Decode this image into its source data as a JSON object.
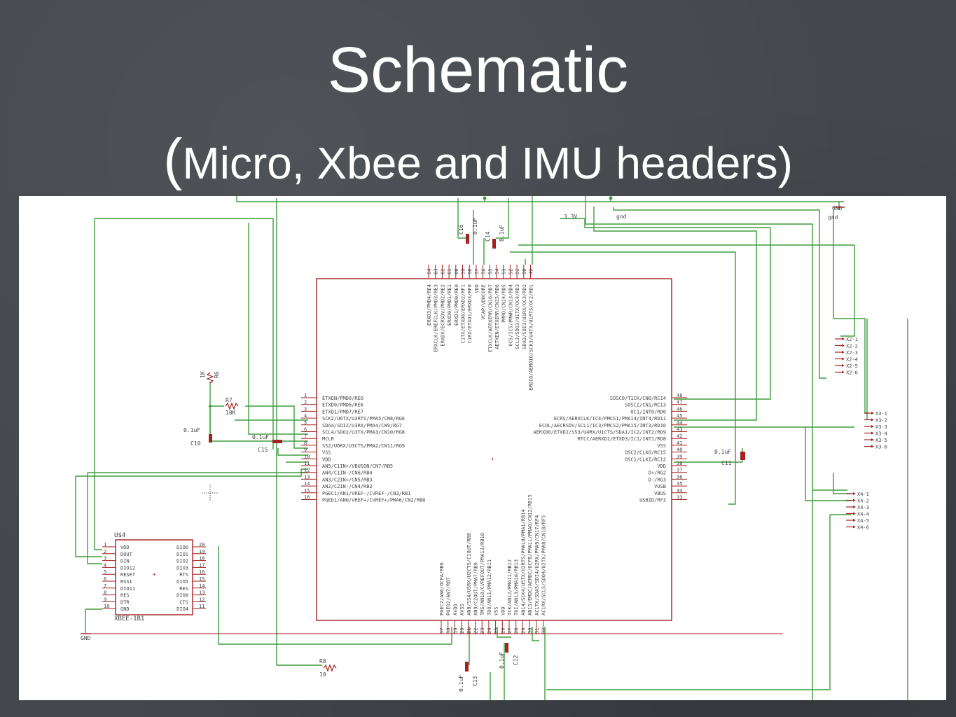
{
  "slide": {
    "title_line1": "Schematic",
    "title_open": "(",
    "title_line2": "Micro, Xbee and IMU headers)"
  },
  "colors": {
    "wire": "#3f9e3f",
    "part": "#a32222",
    "text": "#444444"
  },
  "schematic": {
    "mcu_left_pins": [
      {
        "num": "1",
        "label": "ETXEN/PMD0/RE0"
      },
      {
        "num": "2",
        "label": "ETXD0/PMD6/RE6"
      },
      {
        "num": "3",
        "label": "ETXD1/PMD7/RE7"
      },
      {
        "num": "4",
        "label": "SCK2/U6TX/U3RTS/PMA5/CN8/RG6"
      },
      {
        "num": "5",
        "label": "SDA4/SDI2/U3RX/PMA4/CN9/RG7"
      },
      {
        "num": "6",
        "label": "SCL4/SDO2/U3TX/PMA3/CN10/RG8"
      },
      {
        "num": "7",
        "label": "MCLR"
      },
      {
        "num": "8",
        "label": "SS2/U6RX/U3CTS/PMA2/CN11/RG9"
      },
      {
        "num": "9",
        "label": "VSS"
      },
      {
        "num": "10",
        "label": "VDD"
      },
      {
        "num": "11",
        "label": "AN5/C1IN+/VBUSON/CN7/RB5"
      },
      {
        "num": "12",
        "label": "AN4/C1IN-/CN6/RB4"
      },
      {
        "num": "13",
        "label": "AN3/C2IN+/CN5/RB3"
      },
      {
        "num": "14",
        "label": "AN2/C2IN-/CN4/RB2"
      },
      {
        "num": "15",
        "label": "PGEC1/AN1/VREF-/CVREF-/CN3/RB1"
      },
      {
        "num": "16",
        "label": "PGED1/AN0/VREF+/CVREF+/PMA6/CN2/RB0"
      }
    ],
    "mcu_right_pins": [
      {
        "num": "48",
        "label": "SOSCO/T1CK/CN0/RC14"
      },
      {
        "num": "47",
        "label": "SOSCI/CN1/RC13"
      },
      {
        "num": "46",
        "label": "OC1/INT0/RD0"
      },
      {
        "num": "45",
        "label": "ECRS/AERXCLK/IC4/PMCS1/PMA14/INT4/RD11"
      },
      {
        "num": "44",
        "label": "ECOL/AECRSDV/SCL1/IC3/PMCS2/PMA15/INT3/RD10"
      },
      {
        "num": "43",
        "label": "AERXD0/ETXD2/SS3/U4RX/U1CTS/SDA1/IC2/INT2/RD9"
      },
      {
        "num": "42",
        "label": "RTCC/AERXD1/ETXD3/IC1/INT1/RD8"
      },
      {
        "num": "41",
        "label": "VSS"
      },
      {
        "num": "40",
        "label": "OSC2/CLKO/RC15"
      },
      {
        "num": "39",
        "label": "OSC1/CLKI/RC12"
      },
      {
        "num": "38",
        "label": "VDD"
      },
      {
        "num": "37",
        "label": "D+/RG2"
      },
      {
        "num": "36",
        "label": "D-/RG3"
      },
      {
        "num": "35",
        "label": "VUSB"
      },
      {
        "num": "34",
        "label": "VBUS"
      },
      {
        "num": "33",
        "label": "USBID/RF3"
      }
    ],
    "mcu_top_pins": [
      {
        "num": "64",
        "label": "ERXD3/PMD4/RE4"
      },
      {
        "num": "63",
        "label": "ERXCLK/EREFCLK/PMD3/RE3"
      },
      {
        "num": "62",
        "label": "ERXDV/ECRSDV/PMD2/RE2"
      },
      {
        "num": "61",
        "label": "ERXD0/PMD1/RE1"
      },
      {
        "num": "60",
        "label": "ERXD1/PMD0/RE0"
      },
      {
        "num": "59",
        "label": "C1TX/ETXD0/ERXD2/RF1"
      },
      {
        "num": "58",
        "label": "C1RX/ETXD1/ERXD3/RF0"
      },
      {
        "num": "57",
        "label": "VDD"
      },
      {
        "num": "56",
        "label": "VCAP/VDDCORE"
      },
      {
        "num": "55",
        "label": "ETXCLK/AERXERR/CN16/RD7"
      },
      {
        "num": "54",
        "label": "AETXEN/ETXERR/CN15/RD6"
      },
      {
        "num": "53",
        "label": "PMRD/CN14/RD5"
      },
      {
        "num": "52",
        "label": "OC5/IC5/PMWR/CN13/RD4"
      },
      {
        "num": "51",
        "label": "SCL3/SDO3/U1TX/OC4/RD3"
      },
      {
        "num": "50",
        "label": "SDA3/SDI3/U1RX/OC3/RD2"
      },
      {
        "num": "49",
        "label": "EMDIO/AEMDIO/SCK3/U4TX/U1RTS/OC2/RD1"
      }
    ],
    "mcu_bottom_pins": [
      {
        "num": "17",
        "label": "PGEC2/AN6/OCFA/RB6"
      },
      {
        "num": "18",
        "label": "PGED2/AN7/RB7"
      },
      {
        "num": "19",
        "label": "AVDD"
      },
      {
        "num": "20",
        "label": "AVSS"
      },
      {
        "num": "21",
        "label": "AN8/SS4/U5RX/U2CTS/C1OUT/RB8"
      },
      {
        "num": "22",
        "label": "AN9/C2OUT/PMA7/RB9"
      },
      {
        "num": "23",
        "label": "TMS/AN10/CVREFOUT/PMA13/RB10"
      },
      {
        "num": "24",
        "label": "TDO/AN11/PMA12/RB11"
      },
      {
        "num": "25",
        "label": "VSS"
      },
      {
        "num": "26",
        "label": "VDD"
      },
      {
        "num": "27",
        "label": "TCK/AN12/PMA11/RB12"
      },
      {
        "num": "28",
        "label": "TDI/AN13/PMA10/RB13"
      },
      {
        "num": "29",
        "label": "AN14/SCK4/U5TX/U2RTS/PMALH/PMA1/RB14"
      },
      {
        "num": "30",
        "label": "AN15/EMDC/AEMDC/OCFB/PMALL/PMA0/CN12/RB15"
      },
      {
        "num": "31",
        "label": "AC1TX/SDA5/SDI4/U2RX/PMA9/CN17/RF4"
      },
      {
        "num": "32",
        "label": "AC1RX/SCL5/SDO4/U2TX/PMA8/CN18/RF5"
      }
    ],
    "xbee": {
      "name": "U$4",
      "value": "XBEE-1B1",
      "left_pins": [
        {
          "num": "1",
          "label": "VDD"
        },
        {
          "num": "2",
          "label": "DOUT"
        },
        {
          "num": "3",
          "label": "DIN"
        },
        {
          "num": "4",
          "label": "DIO12"
        },
        {
          "num": "5",
          "label": "RESET"
        },
        {
          "num": "6",
          "label": "RSSI"
        },
        {
          "num": "7",
          "label": "DIO11"
        },
        {
          "num": "8",
          "label": "RES"
        },
        {
          "num": "9",
          "label": "DTR"
        },
        {
          "num": "10",
          "label": "GND"
        }
      ],
      "right_pins": [
        {
          "num": "20",
          "label": "DIO0"
        },
        {
          "num": "19",
          "label": "DIO1"
        },
        {
          "num": "18",
          "label": "DIO2"
        },
        {
          "num": "17",
          "label": "DIO3"
        },
        {
          "num": "16",
          "label": "RTS"
        },
        {
          "num": "15",
          "label": "DIO5"
        },
        {
          "num": "14",
          "label": "RES"
        },
        {
          "num": "13",
          "label": "DIO8"
        },
        {
          "num": "12",
          "label": "CTS"
        },
        {
          "num": "11",
          "label": "DIO4"
        }
      ]
    },
    "headers": [
      {
        "name": "X2",
        "pins": [
          "X2-1",
          "X2-2",
          "X2-3",
          "X2-4",
          "X2-5",
          "X2-6"
        ]
      },
      {
        "name": "X3",
        "pins": [
          "X3-1",
          "X3-2",
          "X3-3",
          "X3-4",
          "X3-5",
          "X3-6"
        ]
      },
      {
        "name": "X4",
        "pins": [
          "X4-1",
          "X4-2",
          "X4-3",
          "X4-4",
          "X4-5",
          "X4-6"
        ]
      }
    ],
    "parts": {
      "c16": {
        "name": "C16",
        "value": "0.1uF"
      },
      "c14": {
        "name": "C14",
        "value": "0.1uF"
      },
      "c10": {
        "name": "C10",
        "value": "0.1uF"
      },
      "c15": {
        "name": "C15",
        "value": "0.1uF"
      },
      "c11": {
        "name": "C11",
        "value": "0.1uF"
      },
      "c12": {
        "name": "C12",
        "value": "0.1uF"
      },
      "c13": {
        "name": "C13",
        "value": "0.1uF"
      },
      "r6": {
        "name": "R6",
        "value": "1K"
      },
      "r7": {
        "name": "R7",
        "value": "10K"
      },
      "r8": {
        "name": "R8",
        "value": "10"
      }
    },
    "nets": {
      "gnd_top": "GND",
      "gnd_top_label": "gnd",
      "gnd_mid": "gnd",
      "v33": "3.3V",
      "gnd_xbee": "GND"
    }
  }
}
